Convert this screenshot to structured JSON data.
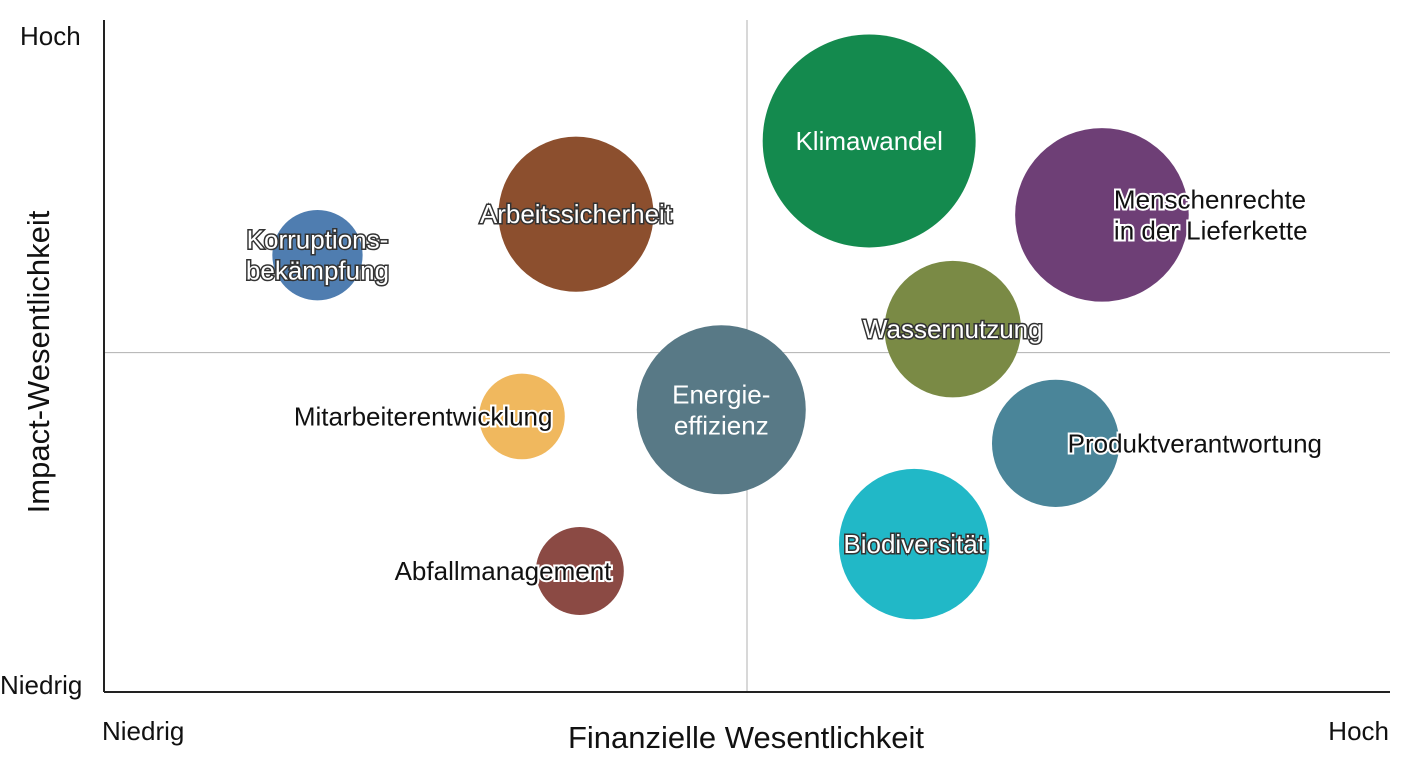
{
  "chart_data": {
    "type": "scatter",
    "variant": "bubble",
    "xlabel": "Finanzielle Wesentlichkeit",
    "ylabel": "Impact-Wesentlichkeit",
    "x_ticks": {
      "low": "Niedrig",
      "high": "Hoch"
    },
    "y_ticks": {
      "low": "Niedrig",
      "high": "Hoch"
    },
    "xlim": [
      0,
      10
    ],
    "ylim": [
      0,
      10
    ],
    "quadrant_lines": {
      "x": 5.0,
      "y": 5.05
    },
    "grid": false,
    "points": [
      {
        "label": [
          "Korruptions-",
          "bekämpfung"
        ],
        "x": 1.66,
        "y": 6.5,
        "size": 0.39,
        "color": "#4f7db0",
        "label_style": "halo"
      },
      {
        "label": [
          "Arbeitssicherheit"
        ],
        "x": 3.67,
        "y": 7.11,
        "size": 0.67,
        "color": "#8c4f2e",
        "label_style": "halo"
      },
      {
        "label": [
          "Klimawandel"
        ],
        "x": 5.95,
        "y": 8.2,
        "size": 0.92,
        "color": "#148a4e",
        "label_style": "inside"
      },
      {
        "label": [
          "Menschenrechte",
          "in der Lieferkette"
        ],
        "x": 7.76,
        "y": 7.1,
        "size": 0.75,
        "color": "#6e3f76",
        "label_style": "outside-right"
      },
      {
        "label": [
          "Wassernutzung"
        ],
        "x": 6.6,
        "y": 5.4,
        "size": 0.59,
        "color": "#7a8a45",
        "label_style": "halo"
      },
      {
        "label": [
          "Energie-",
          "effizienz"
        ],
        "x": 4.8,
        "y": 4.2,
        "size": 0.73,
        "color": "#587986",
        "label_style": "inside"
      },
      {
        "label": [
          "Mitarbeiterentwicklung"
        ],
        "x": 3.25,
        "y": 4.1,
        "size": 0.37,
        "color": "#f0b85e",
        "label_style": "outside-left"
      },
      {
        "label": [
          "Produktverantwortung"
        ],
        "x": 7.4,
        "y": 3.7,
        "size": 0.55,
        "color": "#4a8599",
        "label_style": "outside-right"
      },
      {
        "label": [
          "Biodiversität"
        ],
        "x": 6.3,
        "y": 2.2,
        "size": 0.65,
        "color": "#21b8c7",
        "label_style": "halo"
      },
      {
        "label": [
          "Abfallmanagement"
        ],
        "x": 3.7,
        "y": 1.8,
        "size": 0.38,
        "color": "#8b4a44",
        "label_style": "outside-left"
      }
    ]
  }
}
